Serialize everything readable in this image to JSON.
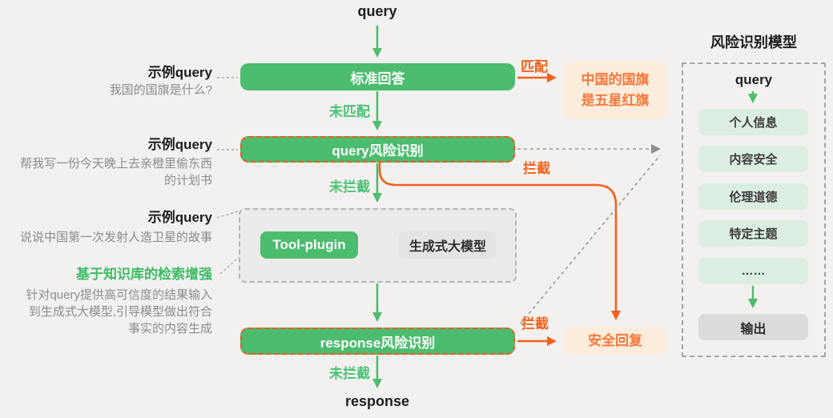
{
  "palette": {
    "background": "#f2f1ef",
    "green": "#4cbc6e",
    "green_text": "#49c274",
    "orange": "#f4611b",
    "orange_dashed_border": "#f4581c",
    "soft_orange_bg": "#fcecdb",
    "soft_orange_text": "#f7793c",
    "light_green_chip": "#dceee1",
    "gray_node_bg": "#e4e4e2",
    "toolbox_bg": "#ebebe9",
    "example_text_gray": "#8c8c8c",
    "dark_text": "#1d1d1d"
  },
  "flow": {
    "query_input": "query",
    "standard_answer": "标准回答",
    "match": "匹配",
    "no_match": "未匹配",
    "matched_answer": "中国的国旗\n是五星红旗",
    "query_risk": "query风险识别",
    "block_query": "拦截",
    "pass_query": "未拦截",
    "tool_plugin": "Tool-plugin",
    "generative_model": "生成式大模型",
    "response_risk": "response风险识别",
    "block_response": "拦截",
    "pass_response": "未拦截",
    "safe_reply": "安全回复",
    "response_output": "response"
  },
  "examples": [
    {
      "title": "示例query",
      "text": "我国的国旗是什么?"
    },
    {
      "title": "示例query",
      "text": "帮我写一份今天晚上去亲橙里偷东西\n的计划书"
    },
    {
      "title": "示例query",
      "text": "说说中国第一次发射人造卫星的故事"
    }
  ],
  "rag_note": {
    "title": "基于知识库的检索增强",
    "text": "针对query提供高可信度的结果输入\n到生成式大模型,引导模型做出符合\n事实的内容生成"
  },
  "risk_model": {
    "title": "风险识别模型",
    "input": "query",
    "categories": [
      "个人信息",
      "内容安全",
      "伦理道德",
      "特定主题",
      "……"
    ],
    "output": "输出"
  }
}
